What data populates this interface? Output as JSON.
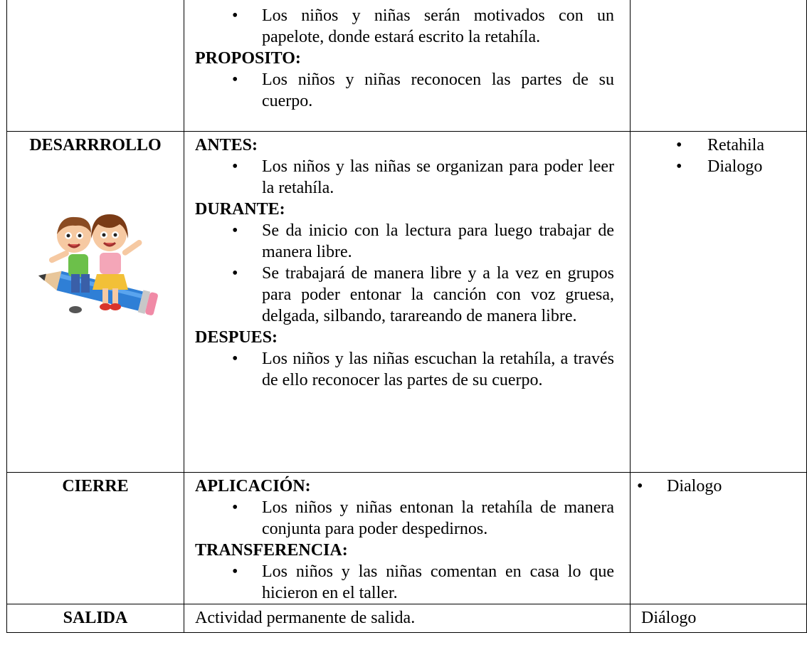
{
  "rows": [
    {
      "stage": "",
      "blocks": [
        {
          "heading": "",
          "bullets": [
            "Los niños y niñas serán motivados con un papelote, donde estará escrito la retahíla."
          ]
        },
        {
          "heading": "PROPOSITO:",
          "bullets": [
            "Los niños y niñas reconocen las partes de su cuerpo."
          ]
        }
      ],
      "resources": []
    },
    {
      "stage": "DESARRROLLO",
      "image_alt": "kids-on-pencil",
      "blocks": [
        {
          "heading": "ANTES:",
          "bullets": [
            "Los niños y las niñas se organizan para poder leer la retahíla."
          ]
        },
        {
          "heading": "DURANTE:",
          "bullets": [
            "Se da inicio con la lectura para luego trabajar de manera libre.",
            "Se trabajará de manera libre y a la vez en grupos para poder entonar la canción con voz gruesa, delgada, silbando, tarareando de manera libre."
          ]
        },
        {
          "heading": "DESPUES:",
          "bullets": [
            "Los niños y las niñas escuchan la retahíla, a través de ello reconocer las partes de su cuerpo."
          ]
        }
      ],
      "resources": [
        "Retahila",
        "Dialogo"
      ]
    },
    {
      "stage": "CIERRE",
      "blocks": [
        {
          "heading": "APLICACIÓN:",
          "bullets": [
            "Los niños y niñas entonan la retahíla de manera conjunta para poder despedirnos."
          ]
        },
        {
          "heading": "TRANSFERENCIA:",
          "bullets": [
            "Los niños y las niñas comentan en casa lo que hicieron en el taller."
          ]
        }
      ],
      "resources": [
        "Dialogo"
      ]
    },
    {
      "stage": "SALIDA",
      "text": "Actividad permanente de salida.",
      "resource_text": "Diálogo"
    }
  ]
}
